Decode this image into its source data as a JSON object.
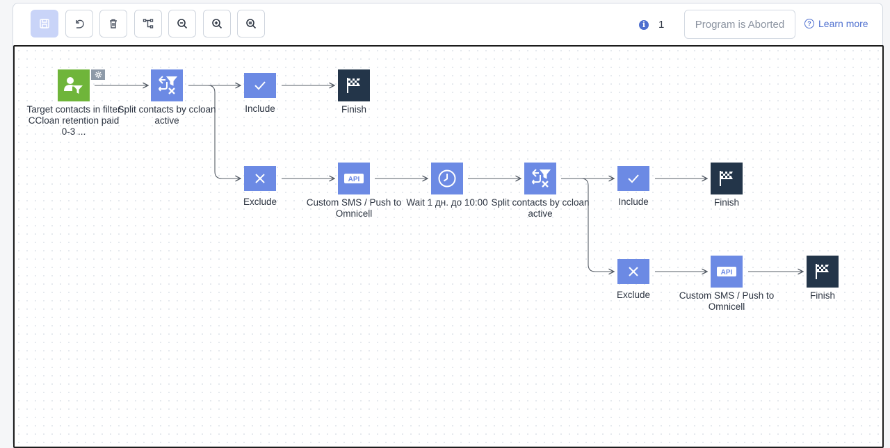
{
  "toolbar": {
    "info_count": "1",
    "status": "Program is Aborted",
    "learn_more": "Learn more"
  },
  "nodes": {
    "start": {
      "label": "Target contacts in filter CCloan retention paid 0-3 ..."
    },
    "split1": {
      "label": "Split contacts by ccloan active"
    },
    "include1": {
      "label": "Include"
    },
    "finish1": {
      "label": "Finish"
    },
    "exclude1": {
      "label": "Exclude"
    },
    "sms1": {
      "label": "Custom SMS / Push to Omnicell"
    },
    "wait1": {
      "label": "Wait 1 дн. до 10:00"
    },
    "split2": {
      "label": "Split contacts by ccloan active"
    },
    "include2": {
      "label": "Include"
    },
    "finish2": {
      "label": "Finish"
    },
    "exclude2": {
      "label": "Exclude"
    },
    "sms2": {
      "label": "Custom SMS / Push to Omnicell"
    },
    "finish3": {
      "label": "Finish"
    }
  },
  "colors": {
    "action_blue": "#6c8ae4",
    "trigger_green": "#6fb53a",
    "finish_dark": "#233549",
    "link": "#4e6fcf"
  },
  "icons": {
    "save": "save-icon",
    "undo": "undo-icon",
    "delete": "trash-icon",
    "layout": "tree-layout-icon",
    "zoom_out": "zoom-out-icon",
    "zoom_in": "zoom-in-icon",
    "zoom_fit": "zoom-reset-icon"
  }
}
